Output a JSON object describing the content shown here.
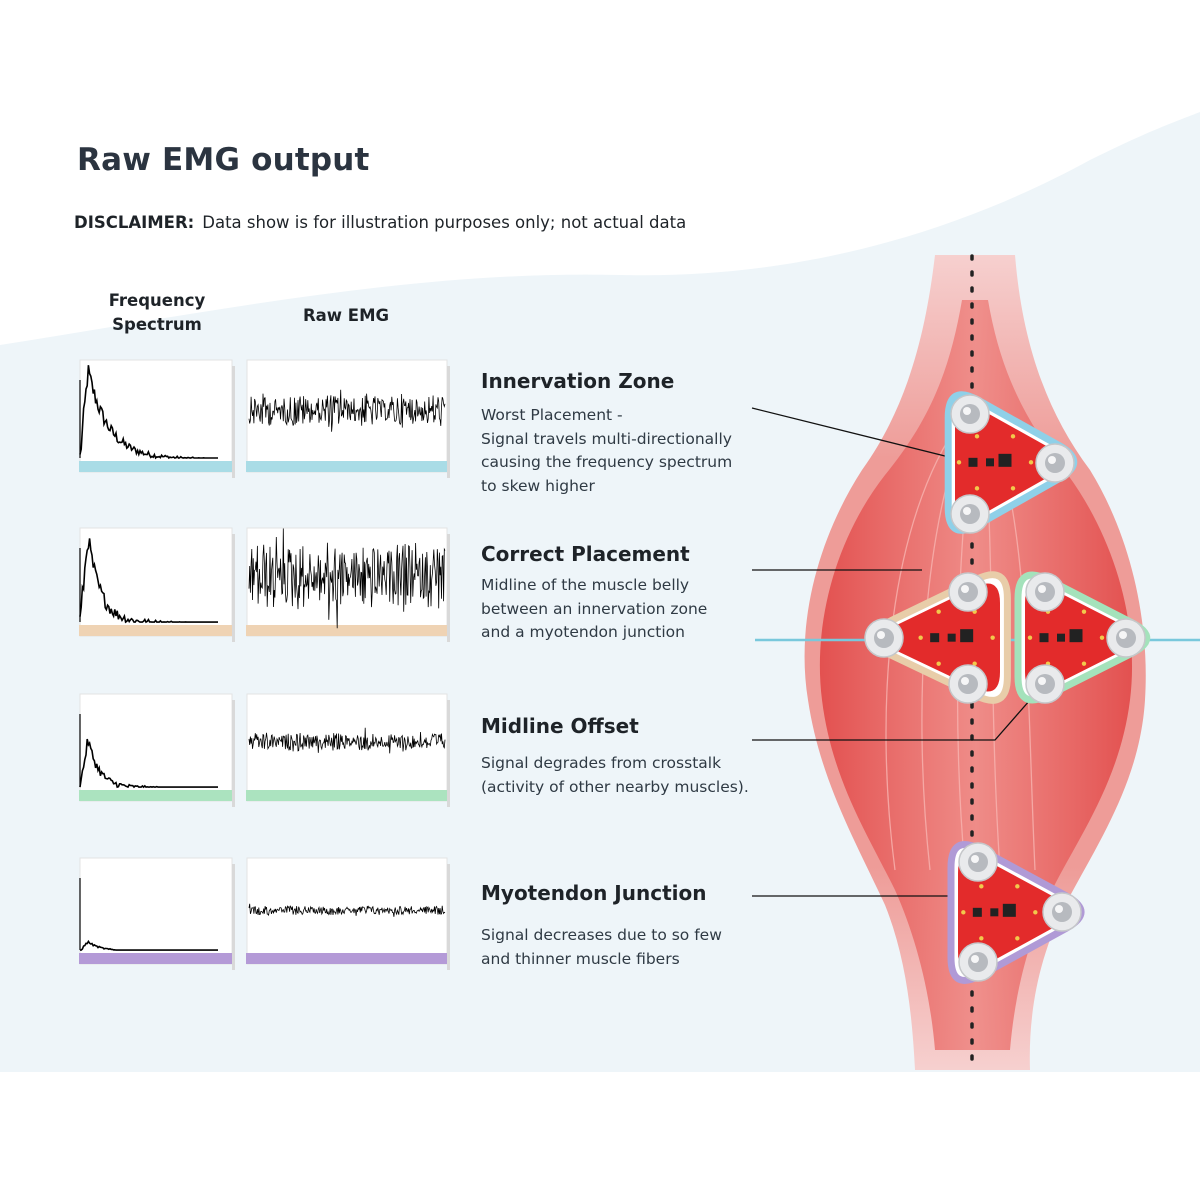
{
  "title": "Raw EMG output",
  "disclaimer": {
    "label": "DISCLAIMER:",
    "text": "Data show is for illustration purposes only; not actual data"
  },
  "columns": {
    "spectrum": "Frequency\nSpectrum",
    "raw": "Raw EMG"
  },
  "placements": [
    {
      "title": "Innervation Zone",
      "description": [
        "Worst Placement -",
        "Signal travels multi-directionally",
        "causing the frequency spectrum",
        "to skew higher"
      ],
      "color": "#a9dce6",
      "spectrum_peak": 0.9,
      "spectrum_decay": 0.055,
      "raw_amplitude": 0.17
    },
    {
      "title": "Correct Placement",
      "description": [
        "Midline of the muscle belly",
        "between an innervation zone",
        "and a myotendon junction"
      ],
      "color": "#efd3b4",
      "spectrum_peak": 0.92,
      "spectrum_decay": 0.09,
      "raw_amplitude": 0.36
    },
    {
      "title": "Midline Offset",
      "description": [
        "Signal degrades from crosstalk",
        "(activity of other nearby muscles)."
      ],
      "color": "#abe3bf",
      "spectrum_peak": 0.52,
      "spectrum_decay": 0.1,
      "raw_amplitude": 0.1
    },
    {
      "title": "Myotendon Junction",
      "description": [
        "Signal decreases due to so few",
        "and thinner muscle fibers"
      ],
      "color": "#b49ad7",
      "spectrum_peak": 0.1,
      "spectrum_decay": 0.09,
      "raw_amplitude": 0.05
    }
  ],
  "colors": {
    "muscle": "#e24d4c",
    "board": "#e32b2b",
    "ring_innervation": "#8fd0e8",
    "ring_correct": "#e8cda9",
    "ring_midline": "#a4e2bb",
    "ring_myotendon": "#b09ad6"
  },
  "icons": [
    "emg-sensor-board-icon",
    "electrode-snap-icon"
  ]
}
